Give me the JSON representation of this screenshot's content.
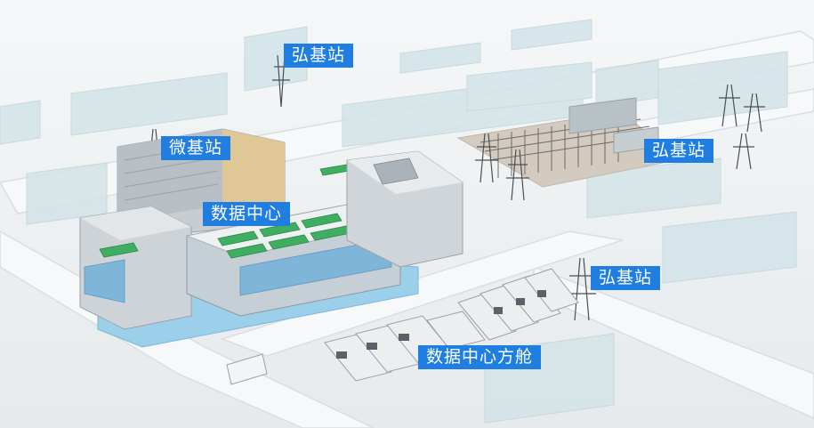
{
  "labels": {
    "macro_station_top": "弘基站",
    "micro_station": "微基站",
    "data_center": "数据中心",
    "macro_station_right": "弘基站",
    "macro_station_mid": "弘基站",
    "data_center_module": "数据中心方舱"
  },
  "colors": {
    "label_bg": "#1f7ee0",
    "label_text": "#ffffff",
    "ground": "#e9ecee",
    "road": "#f4f6f7",
    "building_ghost": "#d6e6ea",
    "glass_blue": "#8ecae8",
    "rack_green": "#3fae62"
  }
}
